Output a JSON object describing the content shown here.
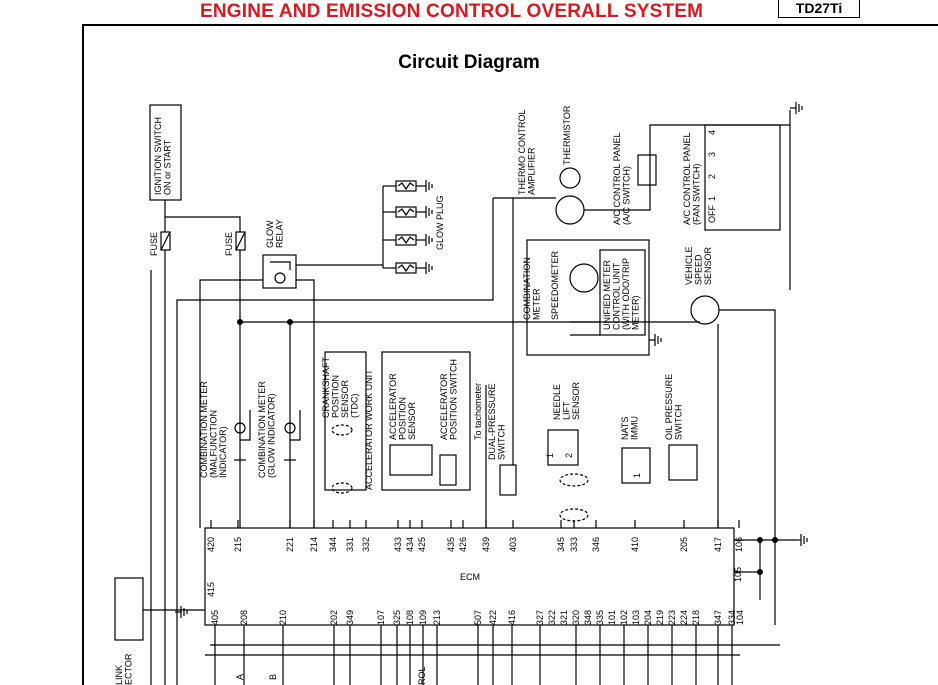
{
  "header": {
    "title": "ENGINE AND EMISSION CONTROL OVERALL SYSTEM",
    "model": "TD27Ti"
  },
  "page": {
    "subtitle": "Circuit Diagram"
  },
  "colors": {
    "title": "#d71920",
    "line": "#000000"
  },
  "diagram": {
    "ecm_label": "ECM",
    "ignition_switch": [
      "IGNITION SWITCH",
      "ON or START"
    ],
    "fuse": "FUSE",
    "glow_relay": [
      "GLOW",
      "RELAY"
    ],
    "glow_plug": "GLOW PLUG",
    "thermo_control_amp": [
      "THERMO CONTROL",
      "AMPLIFIER"
    ],
    "thermistor": "THERMISTOR",
    "ac_panel_switch": [
      "A/C CONTROL PANEL",
      "(A/C SWITCH)"
    ],
    "ac_panel_fan": [
      "A/C CONTROL PANEL",
      "(FAN SWITCH)"
    ],
    "fan_positions": [
      "OFF",
      "1",
      "2",
      "3",
      "4"
    ],
    "combination_meter": [
      "COMBINATION",
      "METER"
    ],
    "speedometer": "SPEEDOMETER",
    "unified_meter": [
      "UNIFIED METER",
      "CONTROL UNIT",
      "(WITH ODO/TRIP",
      "METER)"
    ],
    "vehicle_speed_sensor": [
      "VEHICLE",
      "SPEED",
      "SENSOR"
    ],
    "comb_meter_malfunction": [
      "COMBINATION METER",
      "(MALFUNCTION",
      "INDICATOR)"
    ],
    "comb_meter_glow": [
      "COMBINATION METER",
      "(GLOW INDICATOR)"
    ],
    "crankshaft_sensor": [
      "CRANKSHAFT",
      "POSITION",
      "SENSOR",
      "(TDC)"
    ],
    "accel_work_unit": "ACCELERATOR WORK UNIT",
    "accel_pos_sensor": [
      "ACCELERATOR",
      "POSITION",
      "SENSOR"
    ],
    "accel_pos_switch": [
      "ACCELERATOR",
      "POSITION SWITCH"
    ],
    "to_tachometer": "To tachometer",
    "dual_pressure": [
      "DUAL-PRESSURE",
      "SWITCH"
    ],
    "needle_lift": [
      "NEEDLE",
      "LIFT",
      "SENSOR"
    ],
    "nats": [
      "NATS",
      "IMMU"
    ],
    "oil_pressure": [
      "OIL PRESSURE",
      "SWITCH"
    ],
    "data_link": [
      "LINK",
      "ECTOR"
    ],
    "bottom_labels": [
      "A",
      "B",
      "ROL"
    ],
    "pin_numbers": [
      "1",
      "2"
    ],
    "top_pins": [
      "420",
      "215",
      "221",
      "214",
      "344",
      "331",
      "332",
      "433",
      "434",
      "425",
      "435",
      "426",
      "439",
      "403",
      "345",
      "333",
      "346",
      "410",
      "205",
      "417",
      "106"
    ],
    "bottom_pins": [
      "405",
      "208",
      "210",
      "202",
      "349",
      "107",
      "325",
      "108",
      "109",
      "213",
      "507",
      "422",
      "416",
      "327",
      "322",
      "321",
      "320",
      "348",
      "335",
      "101",
      "102",
      "103",
      "204",
      "219",
      "223",
      "224",
      "218",
      "347",
      "334",
      "104"
    ],
    "side_pins": [
      "415",
      "105"
    ]
  }
}
